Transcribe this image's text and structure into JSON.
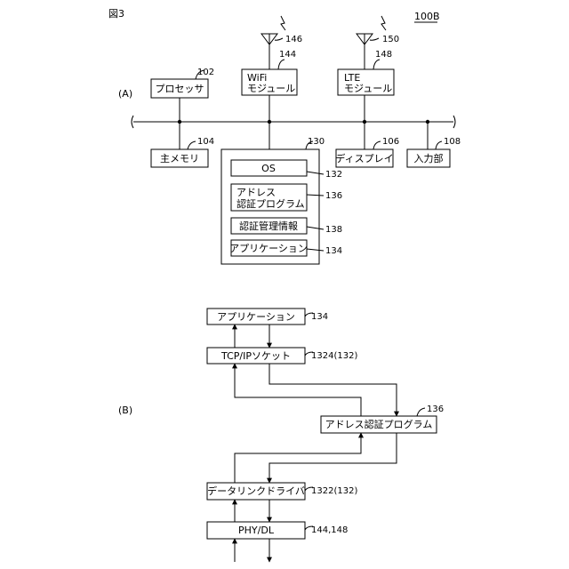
{
  "figure_label": "図3",
  "figure_ref": "100B",
  "part_a": {
    "label": "(A)",
    "processor": {
      "label": "プロセッサ",
      "ref": "102"
    },
    "wifi": {
      "line1": "WiFi",
      "line2": "モジュール",
      "ref": "144",
      "antenna_ref": "146"
    },
    "lte": {
      "line1": "LTE",
      "line2": "モジュール",
      "ref": "148",
      "antenna_ref": "150"
    },
    "main_memory": {
      "label": "主メモリ",
      "ref": "104"
    },
    "storage": {
      "ref": "130"
    },
    "os": {
      "label": "OS",
      "ref": "132"
    },
    "auth_program": {
      "line1": "アドレス",
      "line2": "認証プログラム",
      "ref": "136"
    },
    "auth_info": {
      "label": "認証管理情報",
      "ref": "138"
    },
    "application": {
      "label": "アプリケーション",
      "ref": "134"
    },
    "display": {
      "label": "ディスプレイ",
      "ref": "106"
    },
    "input": {
      "label": "入力部",
      "ref": "108"
    }
  },
  "part_b": {
    "label": "(B)",
    "application": {
      "label": "アプリケーション",
      "ref": "134"
    },
    "tcpip": {
      "label": "TCP/IPソケット",
      "ref": "1324(132)"
    },
    "auth_program": {
      "label": "アドレス認証プログラム",
      "ref": "136"
    },
    "datalink": {
      "label": "データリンクドライバ",
      "ref": "1322(132)"
    },
    "phy": {
      "label": "PHY/DL",
      "ref": "144,148"
    }
  }
}
